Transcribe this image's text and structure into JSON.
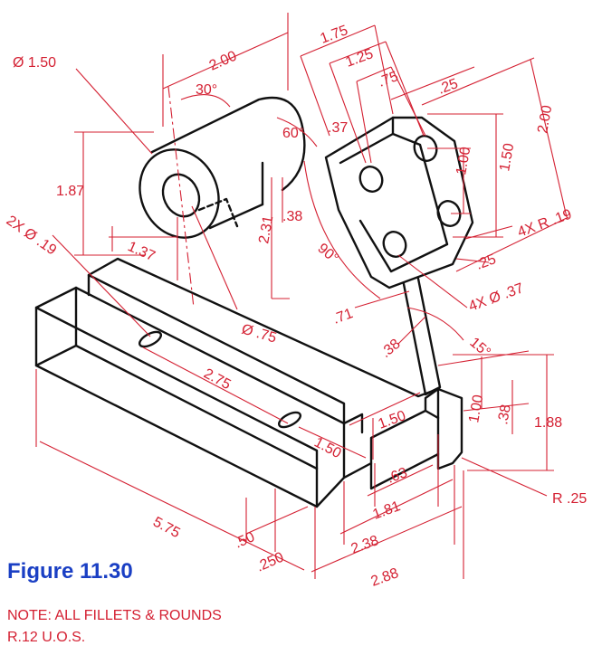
{
  "figure": {
    "caption": "Figure 11.30",
    "note_line1": "NOTE: ALL FILLETS & ROUNDS",
    "note_line2": "R.12 U.O.S."
  },
  "dimensions": {
    "d_dia_150": "Ø 1.50",
    "d_200_top": "2.00",
    "d_30deg": "30°",
    "d_60deg": "60°",
    "d_187": "1.87",
    "d_2x_dia_019": "2X Ø .19",
    "d_137": "1.37",
    "d_231": "2.31",
    "d_dia_075": "Ø .75",
    "d_038_left": ".38",
    "d_90deg": "90°",
    "d_037": ".37",
    "d_175": "1.75",
    "d_125": "1.25",
    "d_075": ".75",
    "d_025_top": ".25",
    "d_100": "1.00",
    "d_150_right": "1.50",
    "d_200_right": "2.00",
    "d_4x_r019": "4X R .19",
    "d_025_mid": ".25",
    "d_4x_dia_037": "4X Ø .37",
    "d_071": ".71",
    "d_15deg": "15°",
    "d_038_mid": ".38",
    "d_100_lower": "1.00",
    "d_038_lower": ".38",
    "d_188": "1.88",
    "d_r025": "R .25",
    "d_275": "2.75",
    "d_150_base": "1.50",
    "d_150_slot": "1.50",
    "d_063": ".63",
    "d_181": "1.81",
    "d_238": "2.38",
    "d_288": "2.88",
    "d_575": "5.75",
    "d_050": ".50",
    "d_0250": ".250"
  },
  "colors": {
    "dimension": "#d42032",
    "outline": "#111111",
    "caption": "#1a3fc4",
    "note": "#d42032"
  }
}
